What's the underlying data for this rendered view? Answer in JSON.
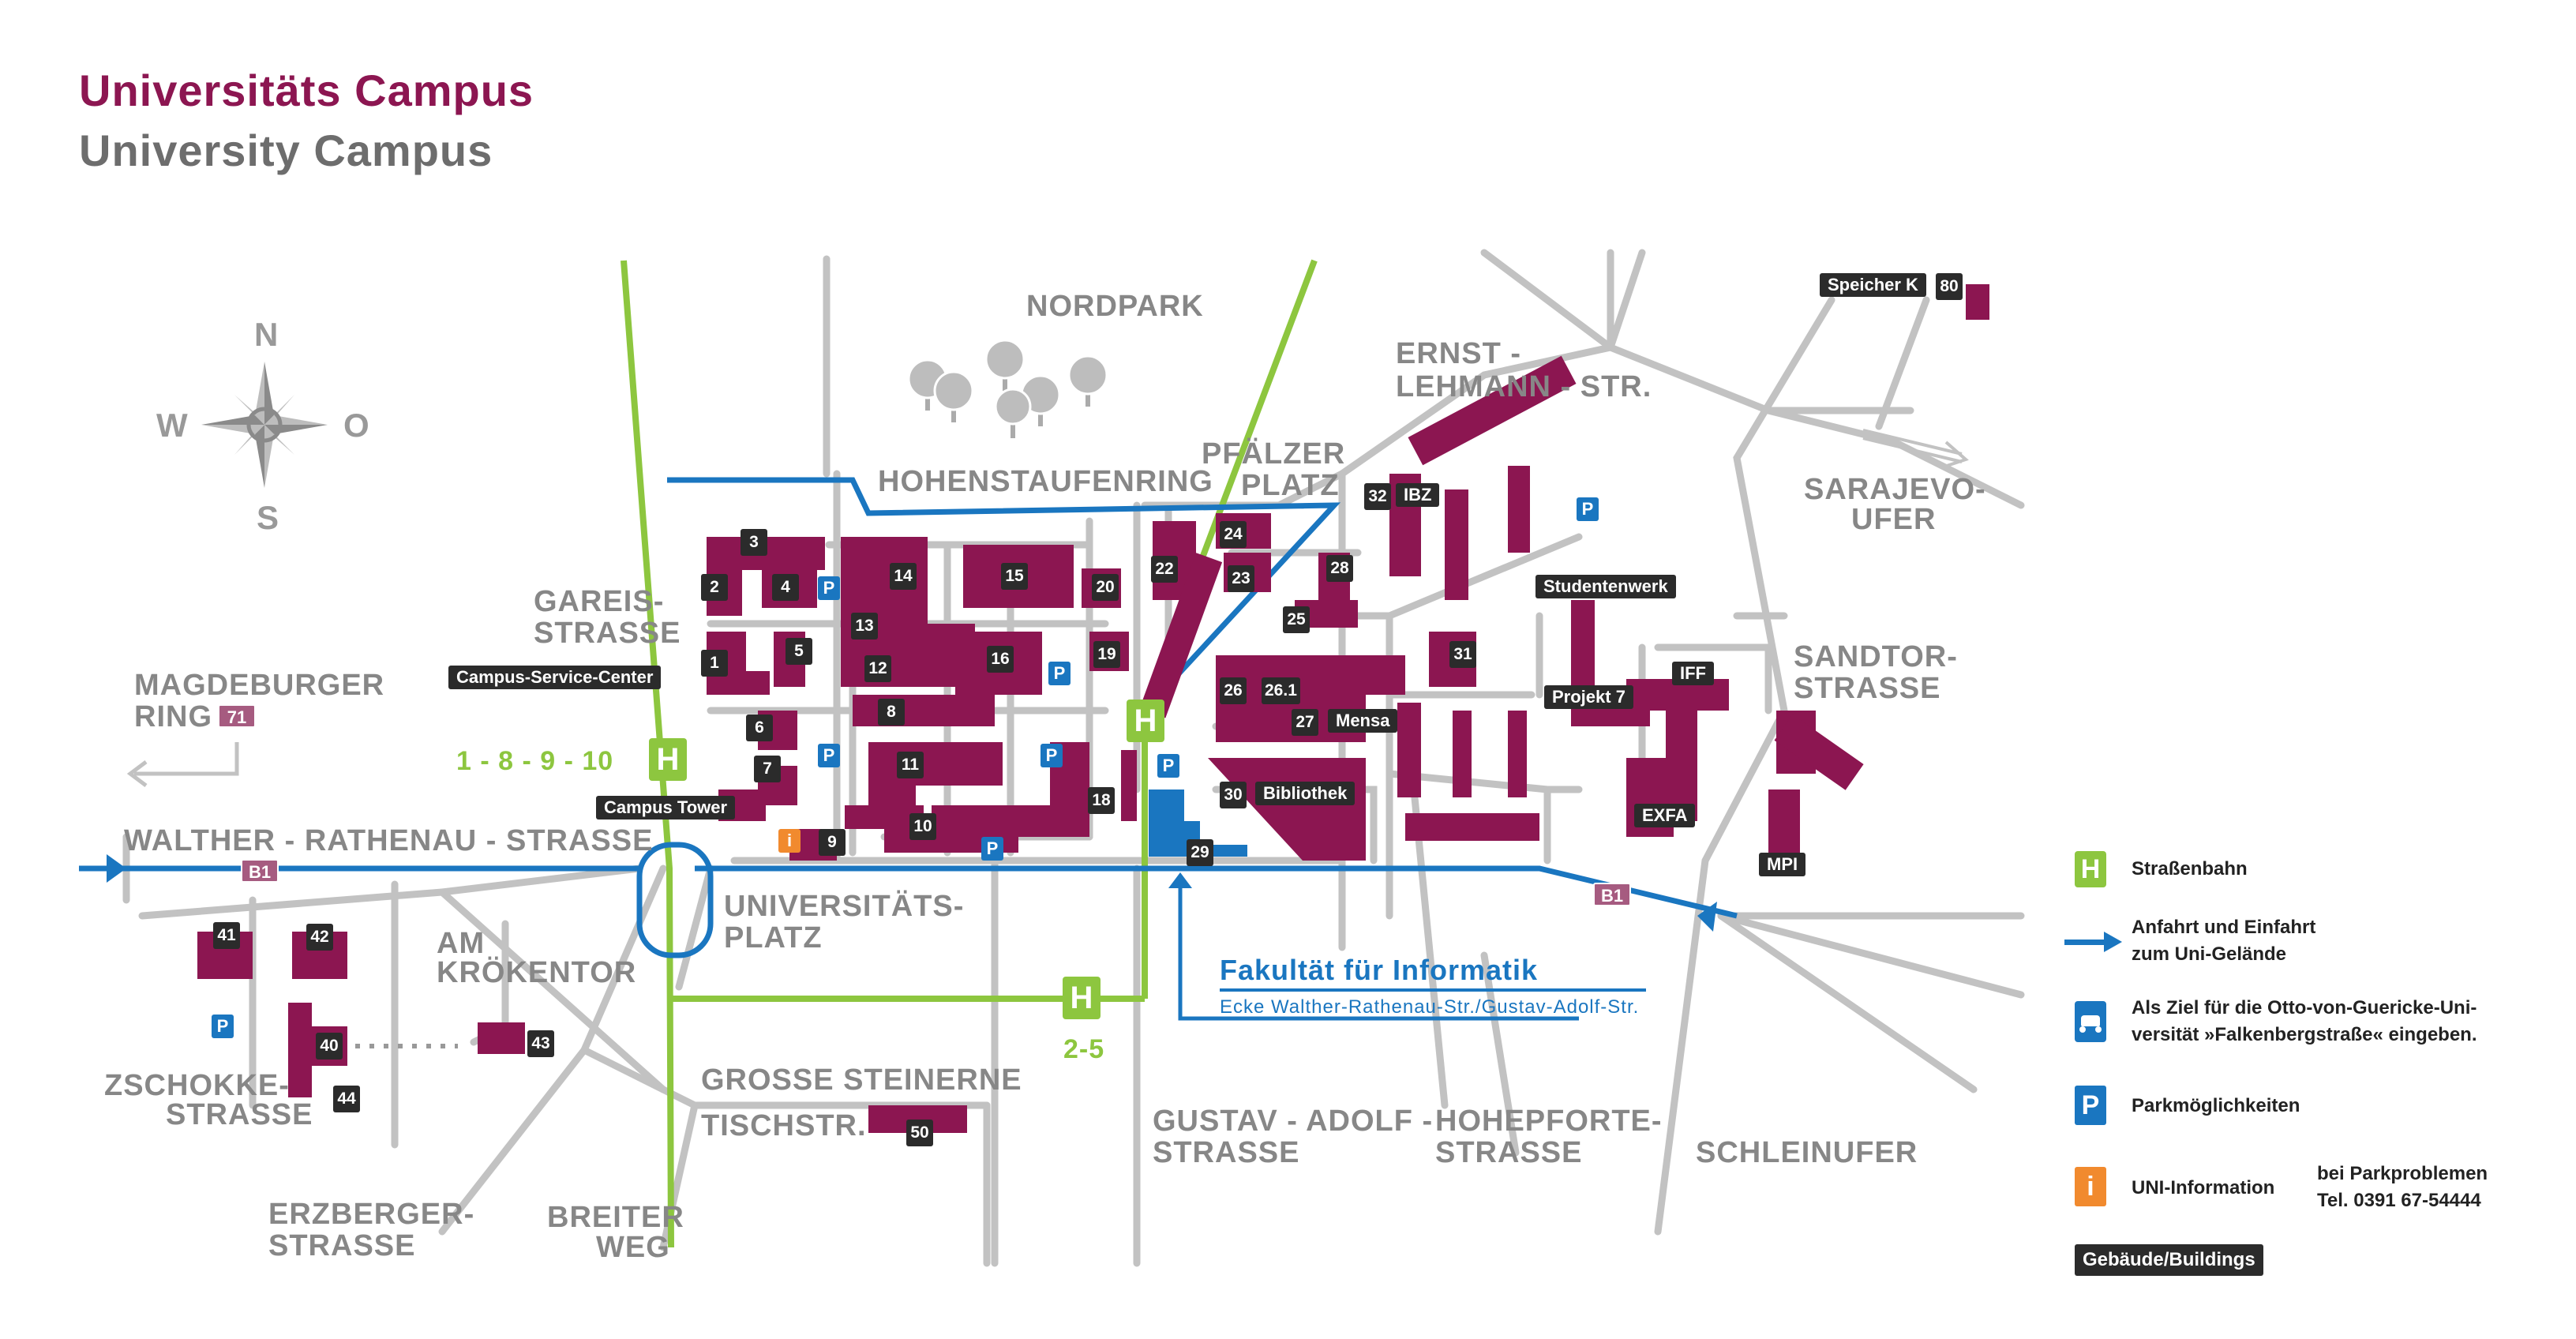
{
  "title": {
    "de": "Universitäts Campus",
    "en": "University Campus"
  },
  "compass": {
    "n": "N",
    "w": "W",
    "o": "O",
    "s": "S"
  },
  "streets": {
    "nordpark": "NORDPARK",
    "hohenstaufenring": "HOHENSTAUFENRING",
    "ernst_lehmann_1": "ERNST -",
    "ernst_lehmann_2": "LEHMANN - STR.",
    "pfaelzer_1": "PFÄLZER",
    "pfaelzer_2": "PLATZ",
    "sarajevo_1": "SARAJEVO-",
    "sarajevo_2": "UFER",
    "gareis_1": "GAREIS-",
    "gareis_2": "STRASSE",
    "magdeburger_1": "MAGDEBURGER",
    "magdeburger_2": "RING",
    "sandtor_1": "SANDTOR-",
    "sandtor_2": "STRASSE",
    "walther": "WALTHER - RATHENAU - STRASSE",
    "uniplatz_1": "UNIVERSITÄTS-",
    "uniplatz_2": "PLATZ",
    "kroekentor_1": "AM",
    "kroekentor_2": "KRÖKENTOR",
    "zschokke_1": "ZSCHOKKE-",
    "zschokke_2": "STRASSE",
    "grosse_steinerne": "GROSSE STEINERNE",
    "tischstr": "TISCHSTR.",
    "erzberger_1": "ERZBERGER-",
    "erzberger_2": "STRASSE",
    "breiter_1": "BREITER",
    "breiter_2": "WEG",
    "gustav_1": "GUSTAV - ADOLF -",
    "gustav_2": "STRASSE",
    "hohepforte_1": "HOHEPFORTE-",
    "hohepforte_2": "STRASSE",
    "schleinufer": "SCHLEINUFER"
  },
  "tram_lines": {
    "west": "1 - 8 - 9 - 10",
    "south": "2-5",
    "tram_symbol": "H"
  },
  "b1": "B1",
  "magdeburger_num": "71",
  "parking_symbol": "P",
  "info_symbol": "i",
  "places": {
    "campus_service": "Campus-Service-Center",
    "campus_tower": "Campus Tower",
    "studentenwerk": "Studentenwerk",
    "projekt7": "Projekt 7",
    "iff": "IFF",
    "exfa": "EXFA",
    "mpi": "MPI",
    "ibz": "IBZ",
    "mensa": "Mensa",
    "bibliothek": "Bibliothek",
    "speicher": "Speicher K"
  },
  "buildings": [
    "1",
    "2",
    "3",
    "4",
    "5",
    "6",
    "7",
    "8",
    "9",
    "10",
    "11",
    "12",
    "13",
    "14",
    "15",
    "16",
    "18",
    "19",
    "20",
    "22",
    "23",
    "24",
    "25",
    "26",
    "26.1",
    "27",
    "28",
    "29",
    "30",
    "31",
    "32",
    "40",
    "41",
    "42",
    "43",
    "44",
    "50",
    "80"
  ],
  "fakultaet": {
    "name": "Fakultät für Informatik",
    "address": "Ecke Walther-Rathenau-Str./Gustav-Adolf-Str."
  },
  "legend": {
    "tram": "Straßenbahn",
    "arrival_1": "Anfahrt und Einfahrt",
    "arrival_2": "zum Uni-Gelände",
    "nav_1": "Als Ziel für die Otto-von-Guericke-Uni-",
    "nav_2": "versität »Falkenbergstraße« eingeben.",
    "parking": "Parkmöglichkeiten",
    "info": "UNI-Information",
    "parkproblem_1": "bei Parkproblemen",
    "parkproblem_2": "Tel. 0391 67-54444",
    "buildings": "Gebäude/Buildings"
  },
  "colors": {
    "building": "#8c1651",
    "road": "#c2c2c2",
    "tram": "#8dc63f",
    "access": "#1a76c0",
    "label": "#2b2b2b",
    "info": "#f18a2e",
    "b1": "#a65b80"
  }
}
